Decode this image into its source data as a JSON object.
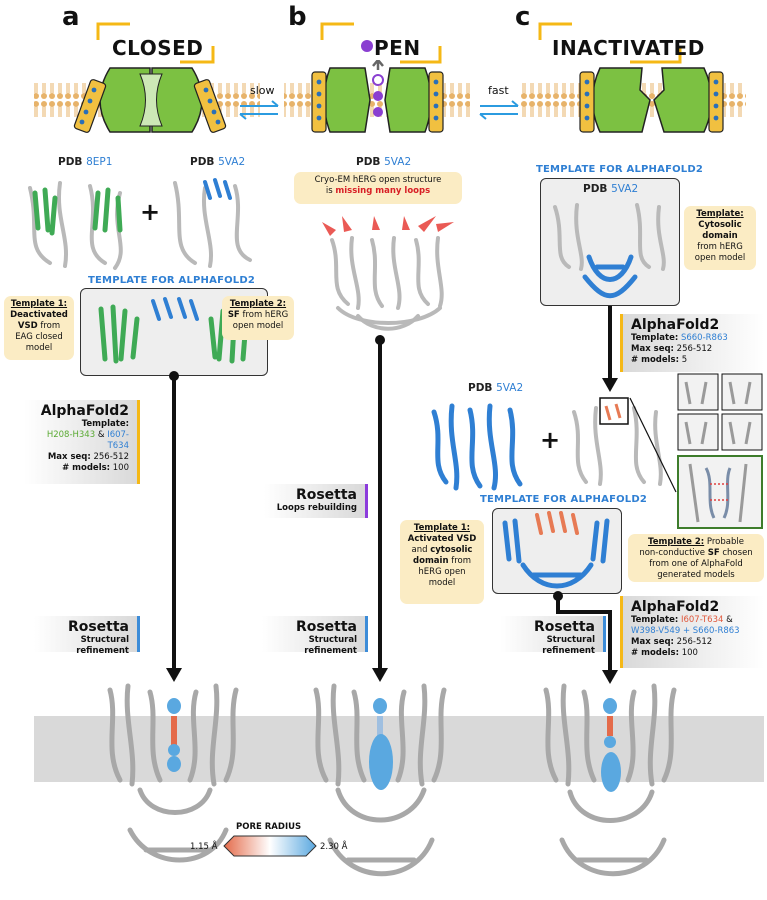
{
  "panels": {
    "a": {
      "letter": "a",
      "title": "CLOSED"
    },
    "b": {
      "letter": "b",
      "title": "PEN"
    },
    "c": {
      "letter": "c",
      "title": "INACTIVATED"
    }
  },
  "transitions": {
    "slow": "slow",
    "fast": "fast"
  },
  "closed": {
    "pdb1_prefix": "PDB",
    "pdb1_code": "8EP1",
    "pdb2_prefix": "PDB",
    "pdb2_code": "5VA2",
    "plus": "+",
    "template_head": "TEMPLATE FOR ALPHAFOLD2",
    "template1_title": "Template 1:",
    "template1_l1": "Deactivated",
    "template1_l2": "VSD",
    "template1_l3": "from",
    "template1_l4": "EAG closed",
    "template1_l5": "model",
    "template2_title": "Template 2:",
    "template2_l1": "SF",
    "template2_l2": "from hERG",
    "template2_l3": "open model",
    "af_title": "AlphaFold2",
    "af_template_label": "Template:",
    "af_range1": "H208-H343",
    "af_amp": "&",
    "af_range2": "I607-T634",
    "af_maxseq_label": "Max seq:",
    "af_maxseq": "256-512",
    "af_models_label": "# models:",
    "af_models": "100",
    "rosetta_title": "Rosetta",
    "rosetta_sub": "Structural refinement"
  },
  "open": {
    "pdb_prefix": "PDB",
    "pdb_code": "5VA2",
    "note_l1": "Cryo-EM hERG open structure",
    "note_l2a": "is",
    "note_l2b": "missing many loops",
    "rosetta1_title": "Rosetta",
    "rosetta1_sub": "Loops rebuilding",
    "rosetta2_title": "Rosetta",
    "rosetta2_sub": "Structural refinement"
  },
  "inactivated": {
    "template_head_top": "TEMPLATE FOR ALPHAFOLD2",
    "pdb_prefix": "PDB",
    "pdb_code": "5VA2",
    "template_note_title": "Template",
    "template_note_l1": "Cytosolic",
    "template_note_l2": "domain",
    "template_note_l3": "from hERG",
    "template_note_l4": "open model",
    "af1_title": "AlphaFold2",
    "af1_template_label": "Template:",
    "af1_range": "S660-R863",
    "af1_maxseq_label": "Max seq:",
    "af1_maxseq": "256-512",
    "af1_models_label": "# models:",
    "af1_models": "5",
    "pdb2_prefix": "PDB",
    "pdb2_code": "5VA2",
    "plus": "+",
    "template_head2": "TEMPLATE FOR ALPHAFOLD2",
    "t1_title": "Template 1:",
    "t1_l1": "Activated VSD",
    "t1_l2": "and",
    "t1_l3": "cytosolic",
    "t1_l4": "domain",
    "t1_l5": "from",
    "t1_l6": "hERG open",
    "t1_l7": "model",
    "t2_title": "Template 2:",
    "t2_l1": "Probable",
    "t2_l2": "non-conductive",
    "t2_l3": "SF",
    "t2_l4": "chosen",
    "t2_l5": "from one of AlphaFold",
    "t2_l6": "generated models",
    "af2_title": "AlphaFold2",
    "af2_template_label": "Template:",
    "af2_range1": "I607-T634",
    "af2_amp": "&",
    "af2_range2": "W398-V549 + S660-R863",
    "af2_maxseq_label": "Max seq:",
    "af2_maxseq": "256-512",
    "af2_models_label": "# models:",
    "af2_models": "100",
    "rosetta_title": "Rosetta",
    "rosetta_sub": "Structural refinement"
  },
  "legend": {
    "title": "PORE RADIUS",
    "min": "1.15 Å",
    "max": "2.30 Å"
  },
  "colors": {
    "green_channel": "#7cc142",
    "membrane_lipid": "#e7b36a",
    "vsd_yellow": "#f1c040",
    "vsd_blue": "#2a6fb8",
    "ion_purple": "#8a3fd1",
    "arrow_blue": "#2b9be0",
    "bracket_gold": "#f5b816",
    "protein_gray": "#b9b9b9",
    "helix_green": "#3faa55",
    "helix_blue": "#2f7fd3",
    "helix_orange": "#e77a54",
    "pore_blue": "#5aa8e0",
    "pore_red": "#e46b4a"
  }
}
